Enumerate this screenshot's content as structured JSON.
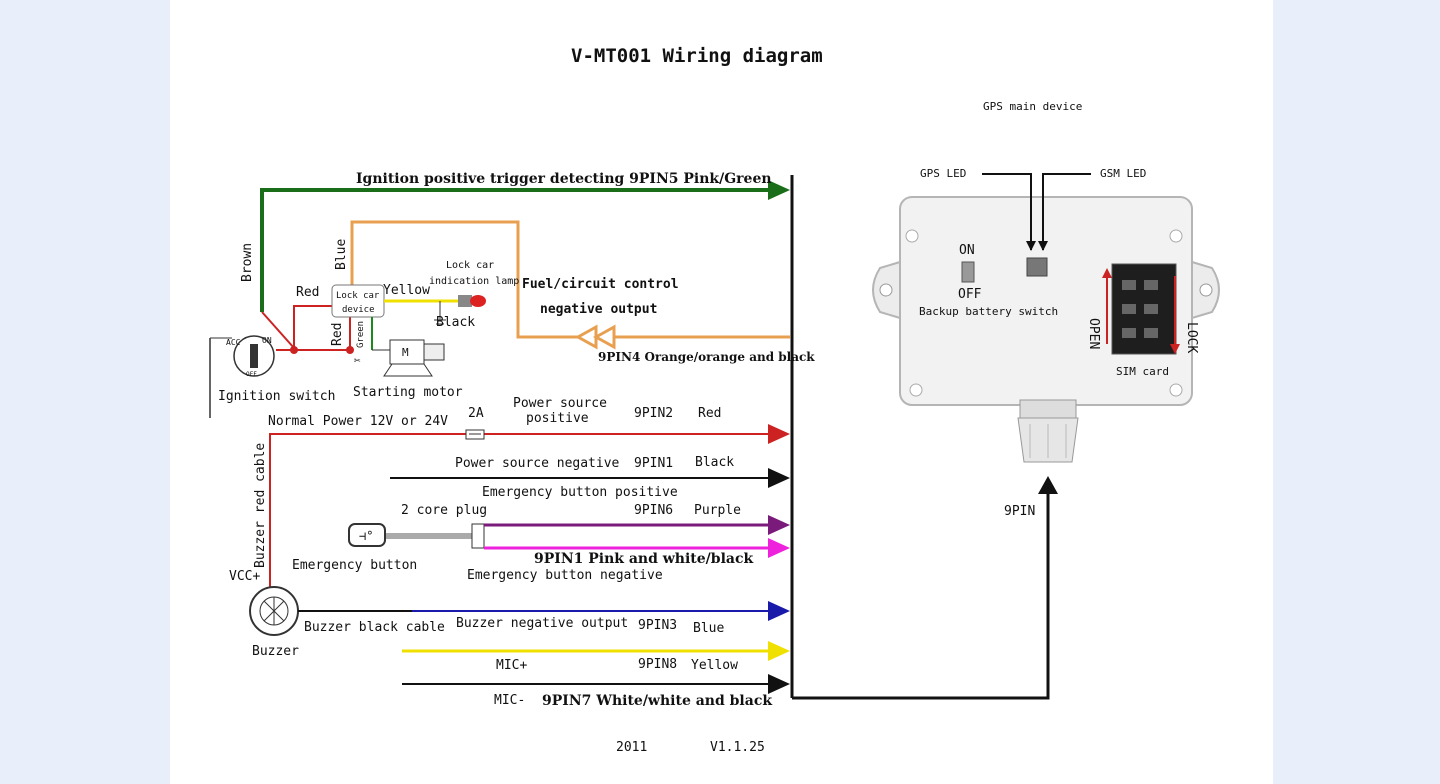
{
  "title": "V-MT001 Wiring diagram",
  "labels": {
    "gps_main_device": "GPS main device",
    "gps_led": "GPS LED",
    "gsm_led": "GSM LED",
    "on": "ON",
    "off": "OFF",
    "backup_battery_switch": "Backup battery switch",
    "open": "OPEN",
    "lock": "LOCK",
    "sim_card": "SIM card",
    "nine_pin": "9PIN",
    "ignition_trigger": "Ignition positive trigger detecting 9PIN5 Pink/Green",
    "brown": "Brown",
    "blue": "Blue",
    "red_top": "Red",
    "red_vertical": "Red",
    "lock_car_device_line1": "Lock car",
    "lock_car_device_line2": "device",
    "yellow": "Yellow",
    "lock_lamp_line1": "Lock car",
    "lock_lamp_line2": "indication lamp",
    "black_lamp": "Black",
    "green": "Green",
    "motor_m": "M",
    "fuel_line1": "Fuel/circuit control",
    "fuel_line2": "negative output",
    "pin4": "9PIN4 Orange/orange and black",
    "acc": "ACC",
    "on_small": "ON",
    "off_small": "OFF",
    "ignition_switch": "Ignition switch",
    "starting_motor": "Starting motor",
    "normal_power": "Normal Power 12V or 24V",
    "fuse_2a": "2A",
    "power_pos_line1": "Power source",
    "power_pos_line2": "positive",
    "pin2": "9PIN2",
    "red_wire": "Red",
    "power_neg": "Power source negative",
    "pin1": "9PIN1",
    "black_wire": "Black",
    "emerg_pos": "Emergency button positive",
    "two_core_plug": "2 core plug",
    "pin6": "9PIN6",
    "purple": "Purple",
    "pin1_pink": "9PIN1 Pink and white/black",
    "emergency_button": "Emergency button",
    "emerg_neg": "Emergency button negative",
    "buzzer_red_cable": "Buzzer red cable",
    "vcc": "VCC+",
    "buzzer_black_cable": "Buzzer black cable",
    "buzzer_neg": "Buzzer negative output",
    "pin3": "9PIN3",
    "blue_wire": "Blue",
    "buzzer": "Buzzer",
    "mic_plus": "MIC+",
    "pin8": "9PIN8",
    "yellow_wire": "Yellow",
    "mic_minus": "MIC-",
    "pin7": "9PIN7 White/white and black",
    "year": "2011",
    "version": "V1.1.25"
  },
  "colors": {
    "page_background": "#e9effa",
    "sheet": "#ffffff",
    "green_wire": "#1a6e1a",
    "orange_wire": "#e8a050",
    "red_wire": "#cc2222",
    "black_wire": "#111111",
    "purple_wire": "#7a1a7a",
    "pink_wire": "#ee22dd",
    "blue_wire": "#1a1aaa",
    "yellow_wire": "#f0e000",
    "device_body": "#f2f2f2"
  },
  "icons": [
    "ignition-switch-icon",
    "lock-car-device-icon",
    "lamp-icon",
    "motor-icon",
    "fuse-icon",
    "emergency-button-icon",
    "buzzer-icon",
    "gps-device-icon",
    "sim-slot-icon",
    "cable-gland-icon"
  ]
}
